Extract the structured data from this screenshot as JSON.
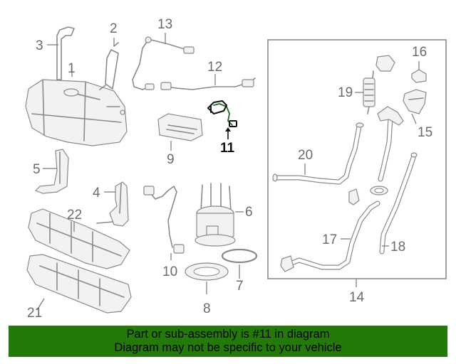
{
  "callouts": {
    "c1": "1",
    "c2": "2",
    "c3": "3",
    "c4": "4",
    "c5": "5",
    "c6": "6",
    "c7": "7",
    "c8": "8",
    "c9": "9",
    "c10": "10",
    "c11": "11",
    "c12": "12",
    "c13": "13",
    "c14": "14",
    "c15": "15",
    "c16": "16",
    "c17": "17",
    "c18": "18",
    "c19": "19",
    "c20": "20",
    "c21": "21",
    "c22": "22"
  },
  "highlighted_part": "11",
  "footer": {
    "line1": "Part or sub-assembly is #11 in diagram",
    "line2": "Diagram may not be specific to your vehicle"
  },
  "colors": {
    "banner": "#237a08",
    "line_art": "#8a8a8a",
    "highlight": "#1f6b1f"
  }
}
